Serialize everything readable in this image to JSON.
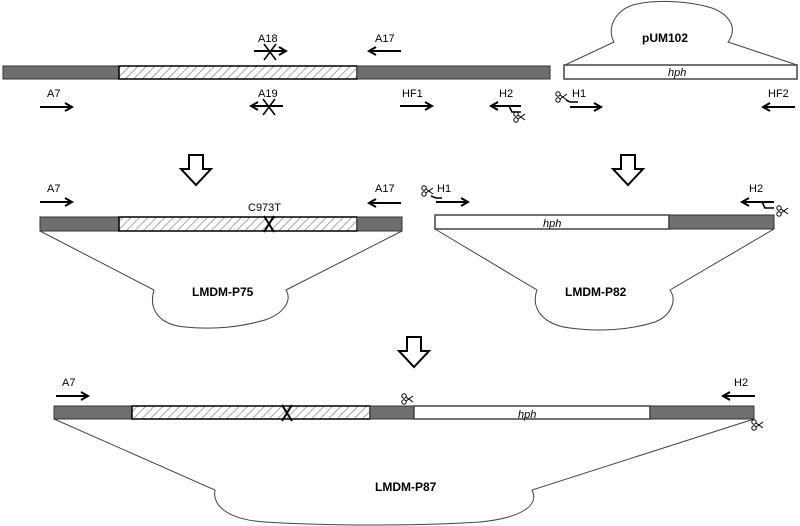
{
  "colors": {
    "flank": "#6f6f6f",
    "outline": "#333333",
    "hatch": "#8a8a8a",
    "hph_fill": "#ffffff"
  },
  "primers": {
    "a18": "A18",
    "a17": "A17",
    "a7": "A7",
    "a19": "A19",
    "hf1": "HF1",
    "h2": "H2",
    "h1": "H1",
    "hf2": "HF2"
  },
  "plasmids": {
    "pum102": "pUM102",
    "p75": "LMDM-P75",
    "p82": "LMDM-P82",
    "p87": "LMDM-P87"
  },
  "marker": "hph",
  "mutation": "C973T",
  "icons": [
    "arrow-right-icon",
    "arrow-left-icon",
    "scissors-icon",
    "cross-mark-icon",
    "down-arrow-icon"
  ]
}
